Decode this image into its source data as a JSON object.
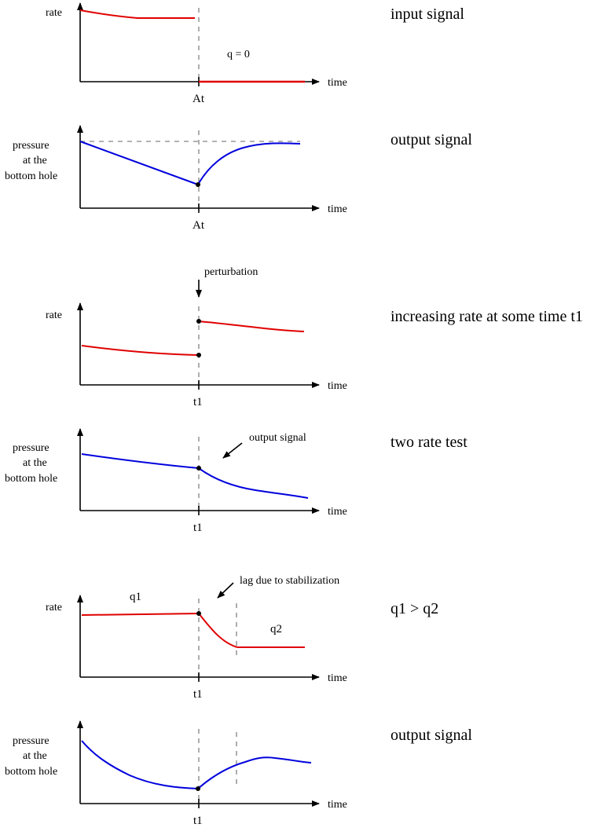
{
  "panel1": {
    "ylabel": "rate",
    "xlabel": "time",
    "tick_label": "At",
    "annotation": "q = 0",
    "side_label": "input signal"
  },
  "panel2": {
    "ylabel_lines": [
      "pressure",
      "at the",
      "bottom hole"
    ],
    "xlabel": "time",
    "tick_label": "At",
    "side_label": "output signal"
  },
  "panel3": {
    "ylabel": "rate",
    "xlabel": "time",
    "tick_label": "t1",
    "annotation": "perturbation",
    "side_label": "increasing rate at some time t1"
  },
  "panel4": {
    "ylabel_lines": [
      "pressure",
      "at the",
      "bottom hole"
    ],
    "xlabel": "time",
    "tick_label": "t1",
    "annotation": "output signal",
    "side_label": "two rate test"
  },
  "panel5": {
    "ylabel": "rate",
    "xlabel": "time",
    "tick_label": "t1",
    "annotation": "lag due to stabilization",
    "q1_label": "q1",
    "q2_label": "q2",
    "side_label": "q1 > q2"
  },
  "panel6": {
    "ylabel_lines": [
      "pressure",
      "at the",
      "bottom hole"
    ],
    "xlabel": "time",
    "tick_label": "t1",
    "side_label": "output signal"
  },
  "colors": {
    "rate_curve": "#e00000",
    "pressure_curve": "#0000dd",
    "guide_dash": "#9a9a9a"
  }
}
